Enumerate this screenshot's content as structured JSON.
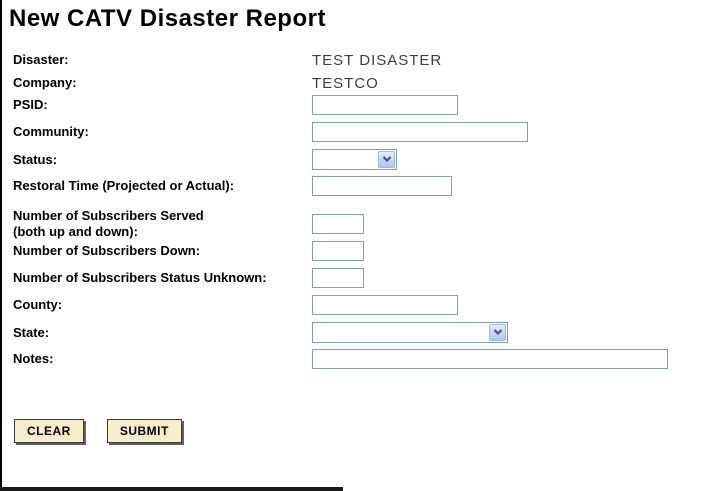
{
  "page": {
    "title": "New CATV Disaster Report"
  },
  "colors": {
    "input_border": "#7f9db9",
    "button_background": "#f8edca",
    "select_button_background": "#c7d8fa",
    "select_chevron": "#44547a",
    "frame_border": "#000000"
  },
  "form": {
    "rows": [
      {
        "label": "Disaster:",
        "value": "TEST DISASTER"
      },
      {
        "label": "Company:",
        "value": "TESTCO"
      },
      {
        "label": "PSID:",
        "value": ""
      },
      {
        "label": "Community:",
        "value": ""
      },
      {
        "label": "Status:",
        "selected": ""
      },
      {
        "label": "Restoral Time (Projected or Actual):",
        "value": ""
      },
      {
        "label": "Number of Subscribers Served\n(both up and down):",
        "value": ""
      },
      {
        "label": "Number of Subscribers Down:",
        "value": ""
      },
      {
        "label": "Number of Subscribers Status Unknown:",
        "value": ""
      },
      {
        "label": "County:",
        "value": ""
      },
      {
        "label": "State:",
        "selected": ""
      },
      {
        "label": "Notes:",
        "value": ""
      }
    ],
    "buttons": {
      "clear": "CLEAR",
      "submit": "SUBMIT"
    }
  }
}
